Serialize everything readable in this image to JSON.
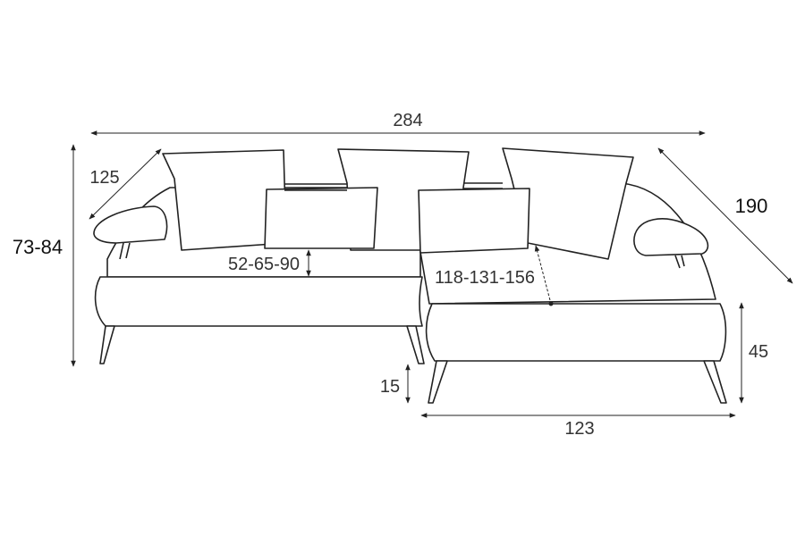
{
  "dimensions": {
    "total_width": "284",
    "height_range": "73-84",
    "armrest_depth": "125",
    "chaise_length": "190",
    "seat_height": "45",
    "leg_height": "15",
    "chaise_width": "123",
    "backrest_height_range": "52-65-90",
    "seat_depth_range": "118-131-156"
  }
}
